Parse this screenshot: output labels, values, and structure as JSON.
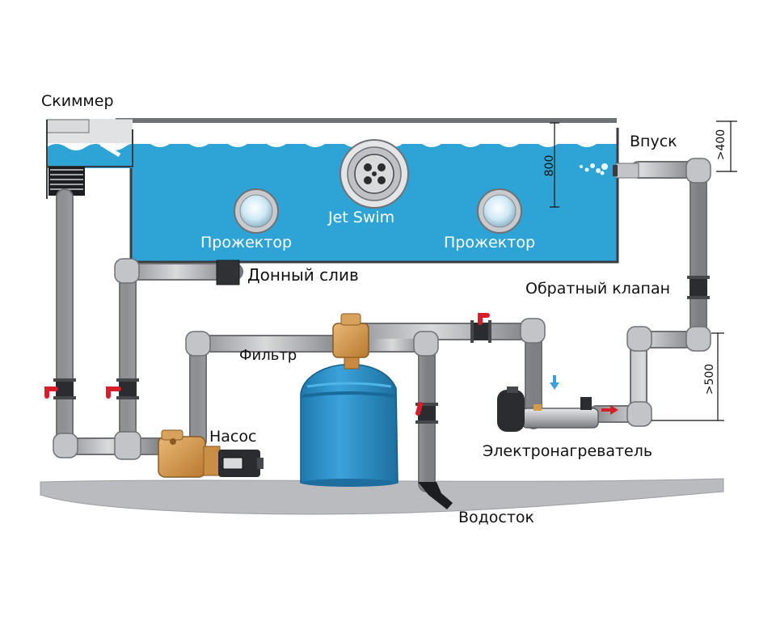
{
  "labels": {
    "skimmer": "Скиммер",
    "inlet": "Впуск",
    "jet_swim": "Jet Swim",
    "spotlight_left": "Прожектор",
    "spotlight_right": "Прожектор",
    "main_drain": "Донный слив",
    "check_valve": "Обратный клапан",
    "filter": "Фильтр",
    "pump": "Насос",
    "heater": "Электронагреватель",
    "drain": "Водосток"
  },
  "dimensions": {
    "depth": "800",
    "inlet_height": ">400",
    "heater_height": ">500"
  },
  "colors": {
    "water": "#2ea3d6",
    "pipe": "#c2c4c7",
    "pipe_edge": "#6f7175",
    "filter_tank": "#2c8fc9",
    "pump_body": "#d59a4e",
    "valve_handle": "#d81e2a",
    "ground": "#b9bbbf"
  }
}
